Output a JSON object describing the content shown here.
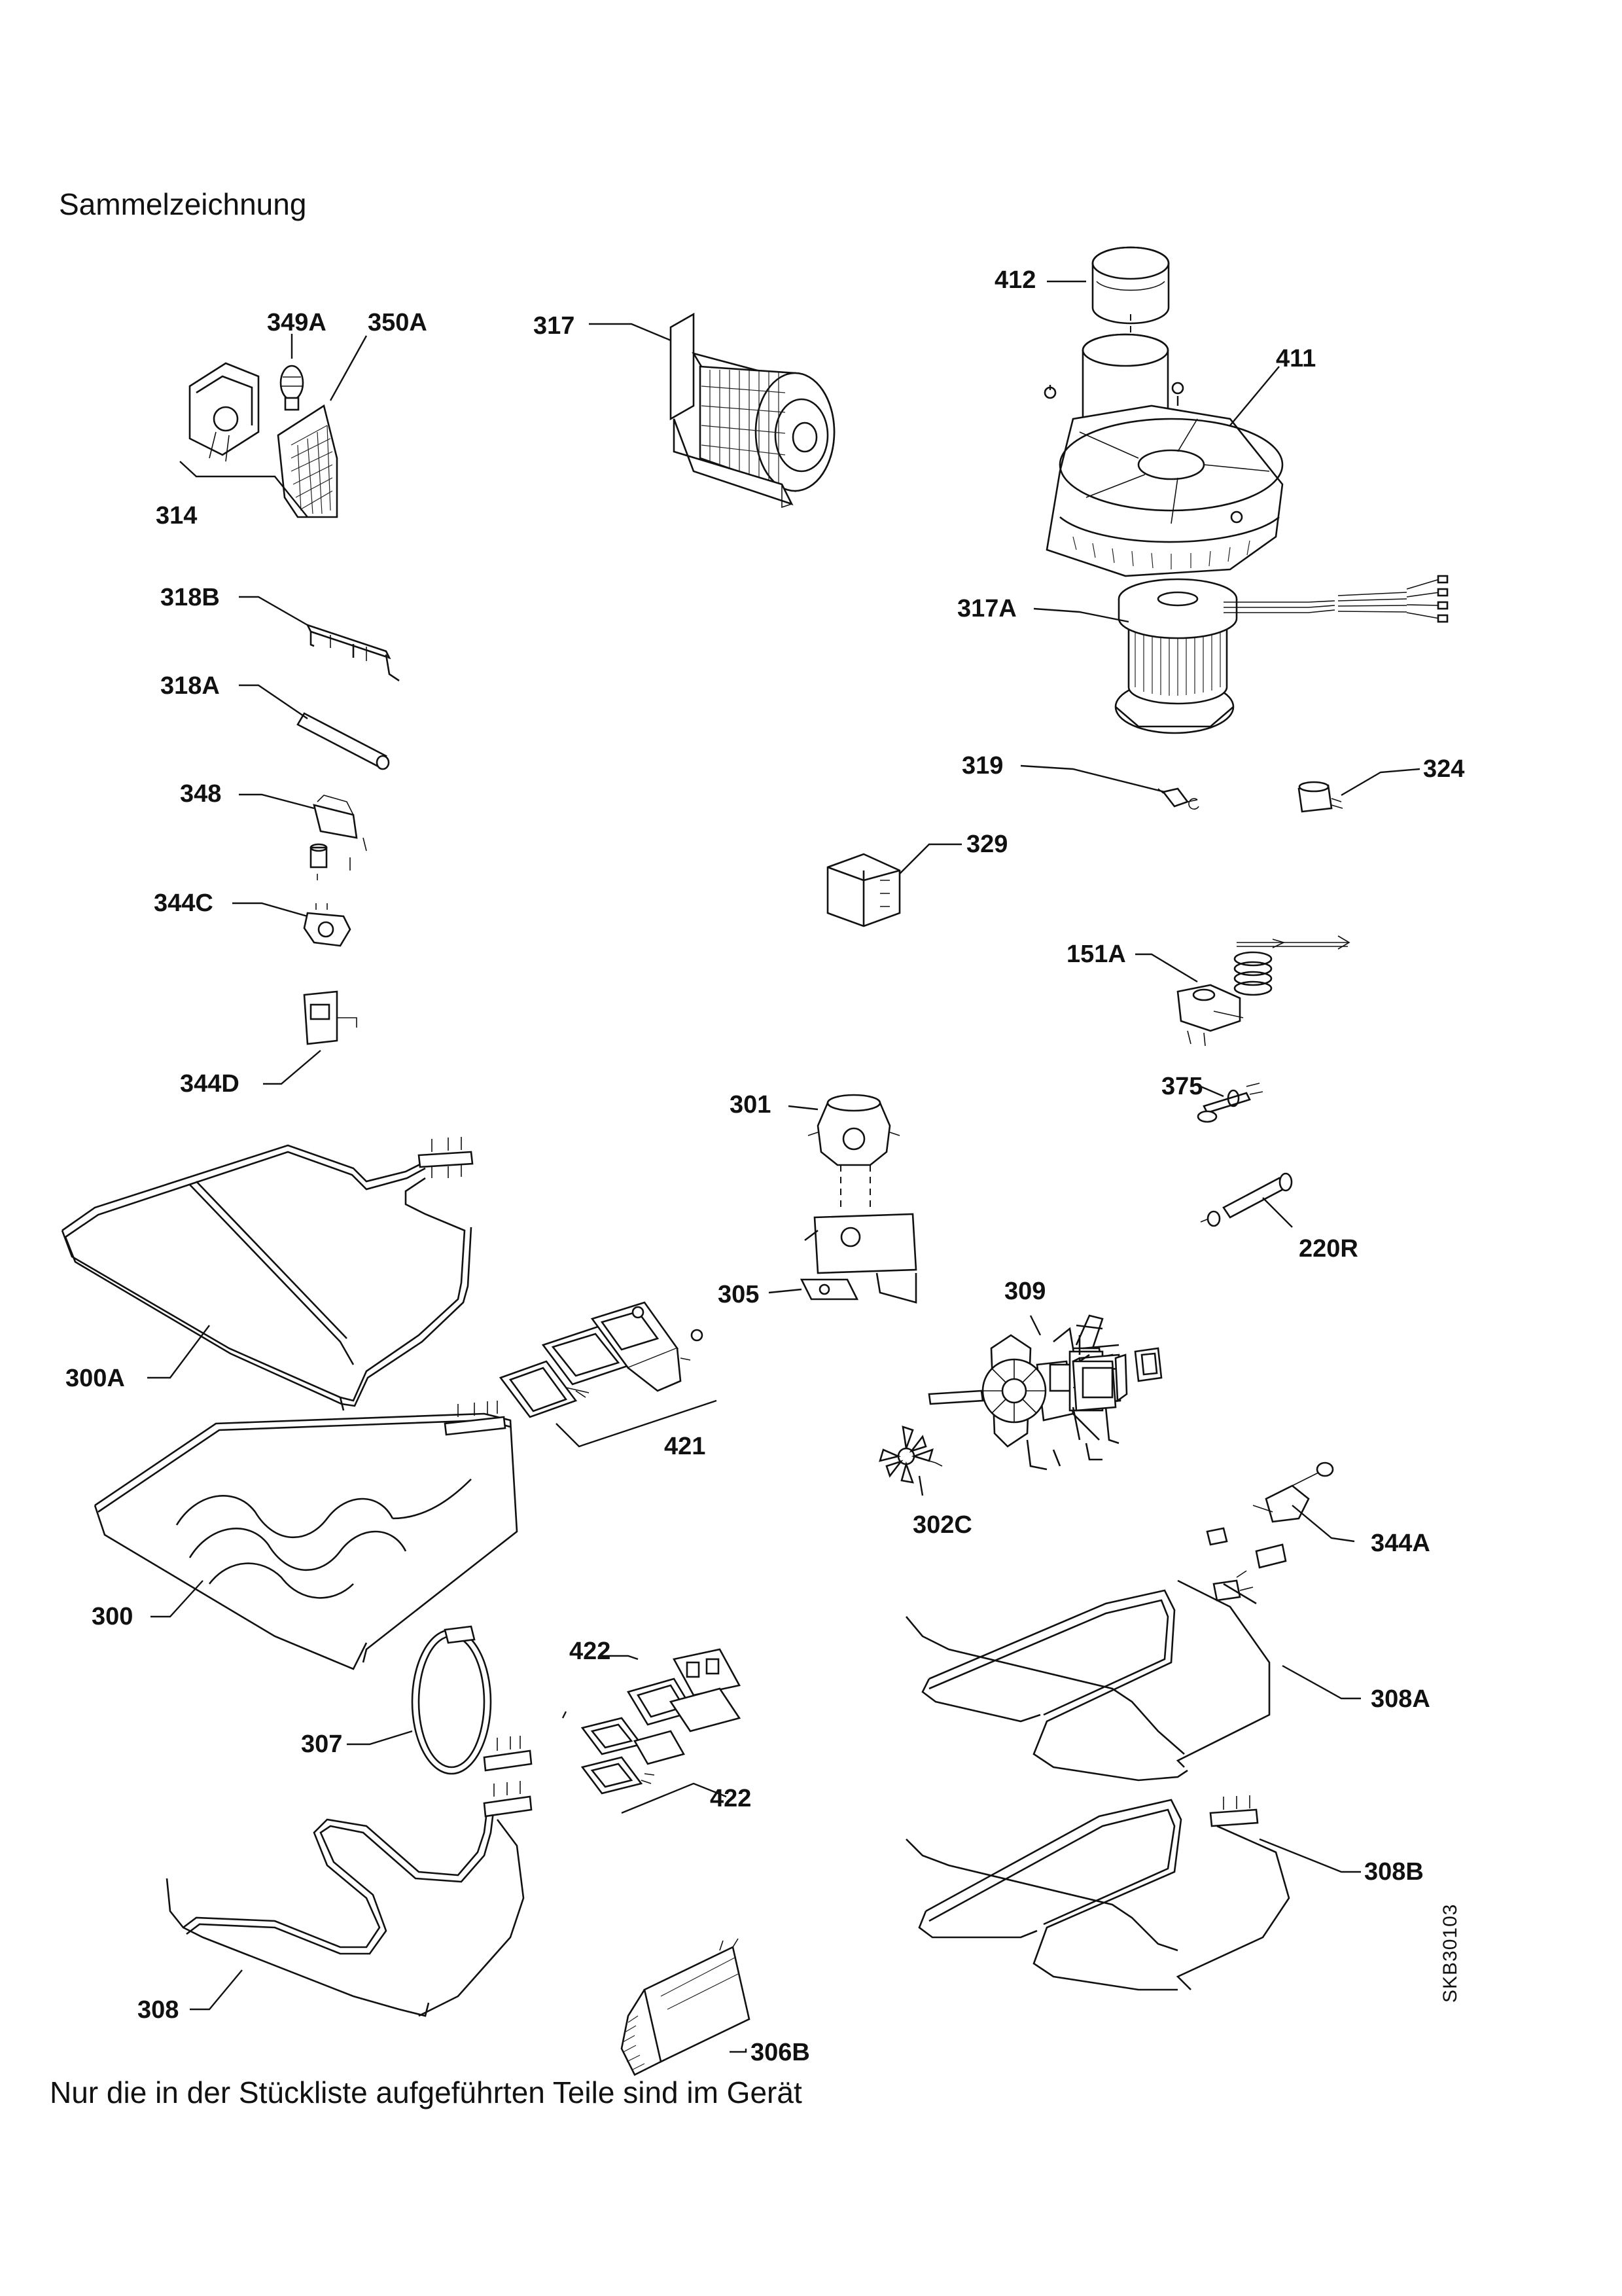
{
  "header": {
    "title": "Sammelzeichnung"
  },
  "footer": {
    "note": "Nur die in der Stückliste aufgeführten Teile sind im Gerät"
  },
  "doc_id": "SKB30103",
  "parts": [
    {
      "id": "p349A",
      "label": "349A"
    },
    {
      "id": "p350A",
      "label": "350A"
    },
    {
      "id": "p314",
      "label": "314"
    },
    {
      "id": "p317",
      "label": "317"
    },
    {
      "id": "p412",
      "label": "412"
    },
    {
      "id": "p411",
      "label": "411"
    },
    {
      "id": "p317A",
      "label": "317A"
    },
    {
      "id": "p318B",
      "label": "318B"
    },
    {
      "id": "p318A",
      "label": "318A"
    },
    {
      "id": "p348",
      "label": "348"
    },
    {
      "id": "p344C",
      "label": "344C"
    },
    {
      "id": "p344D",
      "label": "344D"
    },
    {
      "id": "p319",
      "label": "319"
    },
    {
      "id": "p324",
      "label": "324"
    },
    {
      "id": "p329",
      "label": "329"
    },
    {
      "id": "p151A",
      "label": "151A"
    },
    {
      "id": "p375",
      "label": "375"
    },
    {
      "id": "p301",
      "label": "301"
    },
    {
      "id": "p220R",
      "label": "220R"
    },
    {
      "id": "p305",
      "label": "305"
    },
    {
      "id": "p309",
      "label": "309"
    },
    {
      "id": "p300A",
      "label": "300A"
    },
    {
      "id": "p421",
      "label": "421"
    },
    {
      "id": "p302C",
      "label": "302C"
    },
    {
      "id": "p344A",
      "label": "344A"
    },
    {
      "id": "p300",
      "label": "300"
    },
    {
      "id": "p422a",
      "label": "422"
    },
    {
      "id": "p308A",
      "label": "308A"
    },
    {
      "id": "p307",
      "label": "307"
    },
    {
      "id": "p422b",
      "label": "422"
    },
    {
      "id": "p308B",
      "label": "308B"
    },
    {
      "id": "p308",
      "label": "308"
    },
    {
      "id": "p306B",
      "label": "306B"
    }
  ]
}
